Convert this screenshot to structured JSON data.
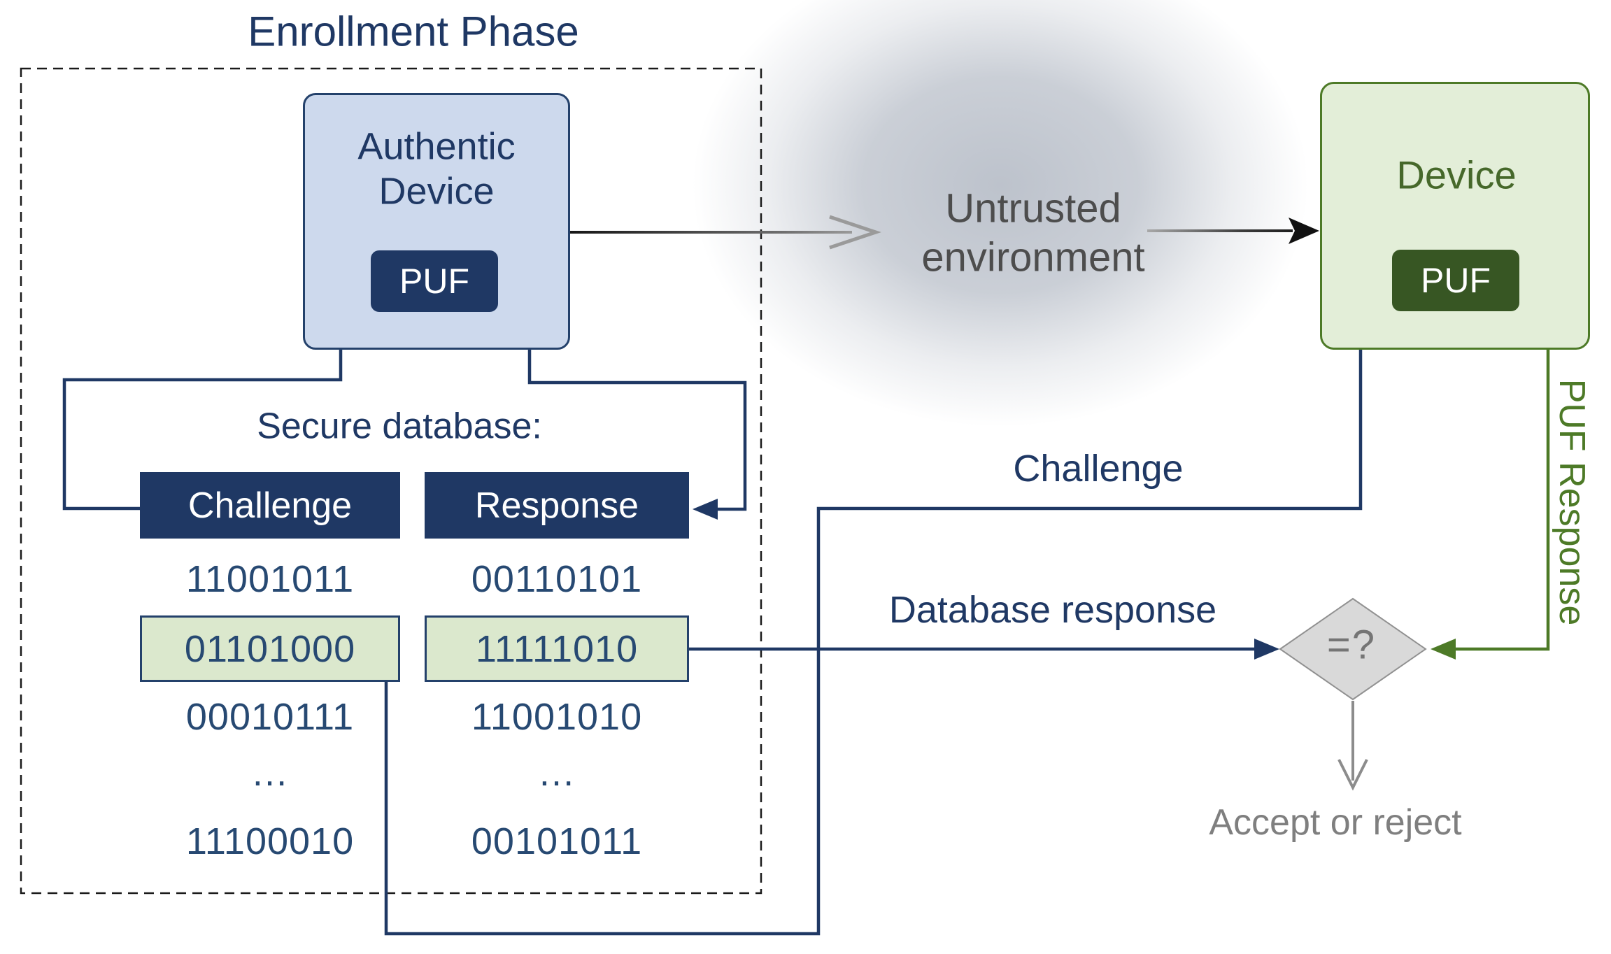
{
  "title": "Enrollment Phase",
  "enrollment": {
    "authentic_device_label": "Authentic\nDevice",
    "puf_label": "PUF",
    "database_title": "Secure database:",
    "table": {
      "challenge_header": "Challenge",
      "response_header": "Response",
      "challenge_values": [
        "11001011",
        "01101000",
        "00010111",
        "…",
        "11100010"
      ],
      "response_values": [
        "00110101",
        "11111010",
        "11001010",
        "…",
        "00101011"
      ]
    }
  },
  "untrusted_label": "Untrusted\nenvironment",
  "device": {
    "label": "Device",
    "puf_label": "PUF"
  },
  "flows": {
    "challenge": "Challenge",
    "database_response": "Database response",
    "puf_response": "PUF Response",
    "comparator": "=?",
    "decision": "Accept or reject"
  },
  "colors": {
    "navy": "#1f3864",
    "light_blue_fill": "#cdd9ed",
    "dark_green": "#375623",
    "green_line": "#4d7a27",
    "device_fill": "#e3eed8",
    "highlight_fill": "#dbe8cd",
    "untrusted_text": "#4d4d4d",
    "decision_text": "#7f7f7f",
    "diamond_fill": "#d9d9d9"
  }
}
